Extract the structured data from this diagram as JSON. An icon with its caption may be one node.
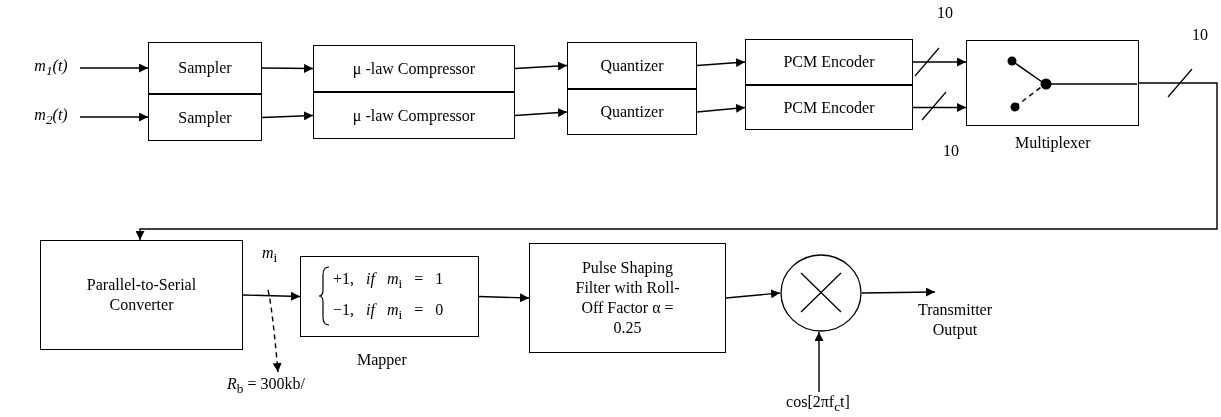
{
  "diagram": {
    "nodes": [
      {
        "text": [
          "m$_{1}$(t)"
        ]
      },
      {
        "text": [
          "m$_{2}$(t)"
        ]
      },
      {
        "text": [
          "Sampler"
        ]
      },
      {
        "text": [
          "Sampler"
        ]
      },
      {
        "text": [
          "μ -law Compressor"
        ]
      },
      {
        "text": [
          "μ -law Compressor"
        ]
      },
      {
        "text": [
          "Quantizer"
        ]
      },
      {
        "text": [
          "Quantizer"
        ]
      },
      {
        "text": [
          "PCM Encoder"
        ]
      },
      {
        "text": [
          "PCM Encoder"
        ]
      },
      {
        "text": [
          "Multiplexer"
        ]
      },
      {
        "text": [
          "Parallel-to-Serial Converter"
        ]
      },
      {
        "text": [
          "+1, *if* *m*$_{i}$ = 1",
          "−1, *if* *m*$_{i}$ = 0",
          "Mapper"
        ]
      },
      {
        "text": [
          "Pulse Shaping Filter with Roll-Off Factor α = 0.25"
        ]
      },
      {
        "text": [],
        "shape": "circle"
      },
      {
        "text": [
          "Transmitter Output"
        ]
      },
      {
        "text": [
          "cos[2πf$_{c}$t]"
        ]
      },
      {
        "text": [
          "*R*$_{b}$ = 300kb/"
        ]
      }
    ],
    "edges": [
      {
        "from": 0,
        "to": 2,
        "arrow": "to"
      },
      {
        "from": 1,
        "to": 3,
        "arrow": "to"
      },
      {
        "from": 2,
        "to": 4,
        "arrow": "to"
      },
      {
        "from": 3,
        "to": 5,
        "arrow": "to"
      },
      {
        "from": 4,
        "to": 6,
        "arrow": "to"
      },
      {
        "from": 5,
        "to": 7,
        "arrow": "to"
      },
      {
        "from": 6,
        "to": 8,
        "arrow": "to"
      },
      {
        "from": 7,
        "to": 9,
        "arrow": "to"
      },
      {
        "from": 8,
        "to": 10,
        "arrow": "to",
        "label": "10"
      },
      {
        "from": 9,
        "to": 10,
        "arrow": "to",
        "label": "10"
      },
      {
        "from": 10,
        "to": 11,
        "arrow": "to",
        "label": "10"
      },
      {
        "from": 11,
        "to": 12,
        "arrow": "to",
        "label": "*m*$_{i}$"
      },
      {
        "from": 12,
        "to": 13,
        "arrow": "to"
      },
      {
        "from": 13,
        "to": 14,
        "arrow": "to"
      },
      {
        "from": 14,
        "to": 15,
        "arrow": "to"
      },
      {
        "from": 16,
        "to": 14,
        "arrow": "to"
      },
      {
        "from": null,
        "to": 17,
        "arrow": "to",
        "style": "dashed"
      }
    ]
  }
}
